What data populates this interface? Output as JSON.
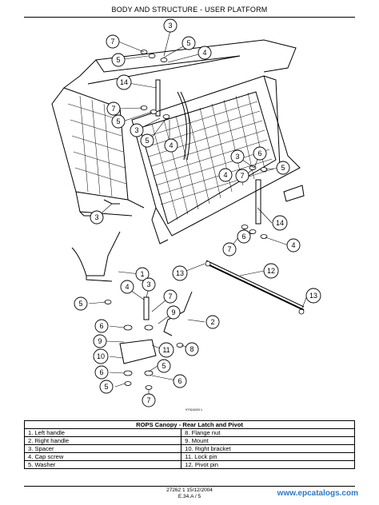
{
  "header": {
    "title": "BODY AND STRUCTURE - USER PLATFORM"
  },
  "diagram": {
    "drawing_code": "97924283  1",
    "callouts": [
      {
        "label": "7"
      },
      {
        "label": "3"
      },
      {
        "label": "5"
      },
      {
        "label": "5"
      },
      {
        "label": "4"
      },
      {
        "label": "14"
      },
      {
        "label": "7"
      },
      {
        "label": "5"
      },
      {
        "label": "3"
      },
      {
        "label": "5"
      },
      {
        "label": "4"
      },
      {
        "label": "3"
      },
      {
        "label": "6"
      },
      {
        "label": "7"
      },
      {
        "label": "5"
      },
      {
        "label": "4"
      },
      {
        "label": "14"
      },
      {
        "label": "3"
      },
      {
        "label": "1"
      },
      {
        "label": "7"
      },
      {
        "label": "6"
      },
      {
        "label": "4"
      },
      {
        "label": "12"
      },
      {
        "label": "13"
      },
      {
        "label": "13"
      },
      {
        "label": "4"
      },
      {
        "label": "3"
      },
      {
        "label": "5"
      },
      {
        "label": "7"
      },
      {
        "label": "9"
      },
      {
        "label": "2"
      },
      {
        "label": "6"
      },
      {
        "label": "8"
      },
      {
        "label": "9"
      },
      {
        "label": "11"
      },
      {
        "label": "10"
      },
      {
        "label": "5"
      },
      {
        "label": "6"
      },
      {
        "label": "6"
      },
      {
        "label": "5"
      },
      {
        "label": "7"
      }
    ]
  },
  "parts_table": {
    "caption": "ROPS Canopy - Rear Latch and Pivot",
    "rows": [
      {
        "left": "1.  Left handle",
        "right": "8.  Flange nut"
      },
      {
        "left": "2.  Right handle",
        "right": "9.  Mount"
      },
      {
        "left": "3.  Spacer",
        "right": "10.  Right bracket"
      },
      {
        "left": "4.  Cap screw",
        "right": "11.  Lock pin"
      },
      {
        "left": "5.  Washer",
        "right": "12.  Pivot pin"
      }
    ]
  },
  "footer": {
    "doc_line": "27262 1 15/12/2004",
    "section_line": "E.34.A / 5",
    "watermark": "www.epcatalogs.com"
  }
}
